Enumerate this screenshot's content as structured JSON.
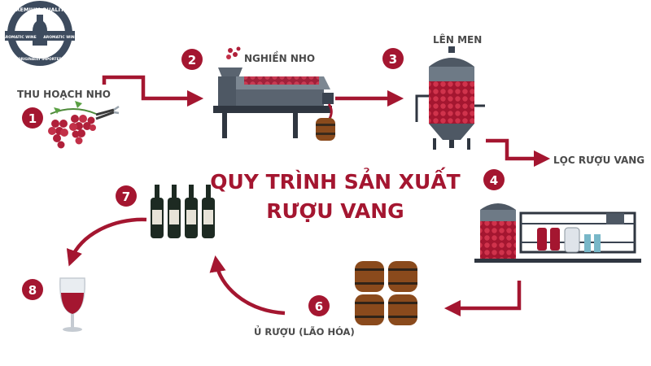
{
  "title": {
    "line1": "QUY TRÌNH SẢN XUẤT",
    "line2": "RƯỢU VANG"
  },
  "badge": {
    "top": "PREMIUM QUALITY",
    "left": "AROMATIC WINE",
    "right": "AROMATIC WINE",
    "bottom": "ORIGINALLY IMPORTED"
  },
  "steps": [
    {
      "number": "1",
      "label": "THU HOẠCH NHO"
    },
    {
      "number": "2",
      "label": "NGHIỀN NHO"
    },
    {
      "number": "3",
      "label": "LÊN MEN"
    },
    {
      "number": "4",
      "label": "LỌC RƯỢU VANG"
    },
    {
      "number": "6",
      "label": "Ủ RƯỢU (LÃO HÓA)"
    },
    {
      "number": "7",
      "label": ""
    },
    {
      "number": "8",
      "label": ""
    }
  ],
  "colors": {
    "accent": "#a41630",
    "grape": "#b0203a",
    "metal": "#5a6470",
    "label": "#4a4a4a",
    "wood": "#8a4a1c"
  },
  "icons": [
    "grape-bunch-icon",
    "pruning-shears-icon",
    "grape-crusher-icon",
    "wooden-barrel-icon",
    "fermentation-tank-icon",
    "filtration-machine-icon",
    "oak-barrels-icon",
    "wine-bottles-icon",
    "wine-glass-icon"
  ]
}
